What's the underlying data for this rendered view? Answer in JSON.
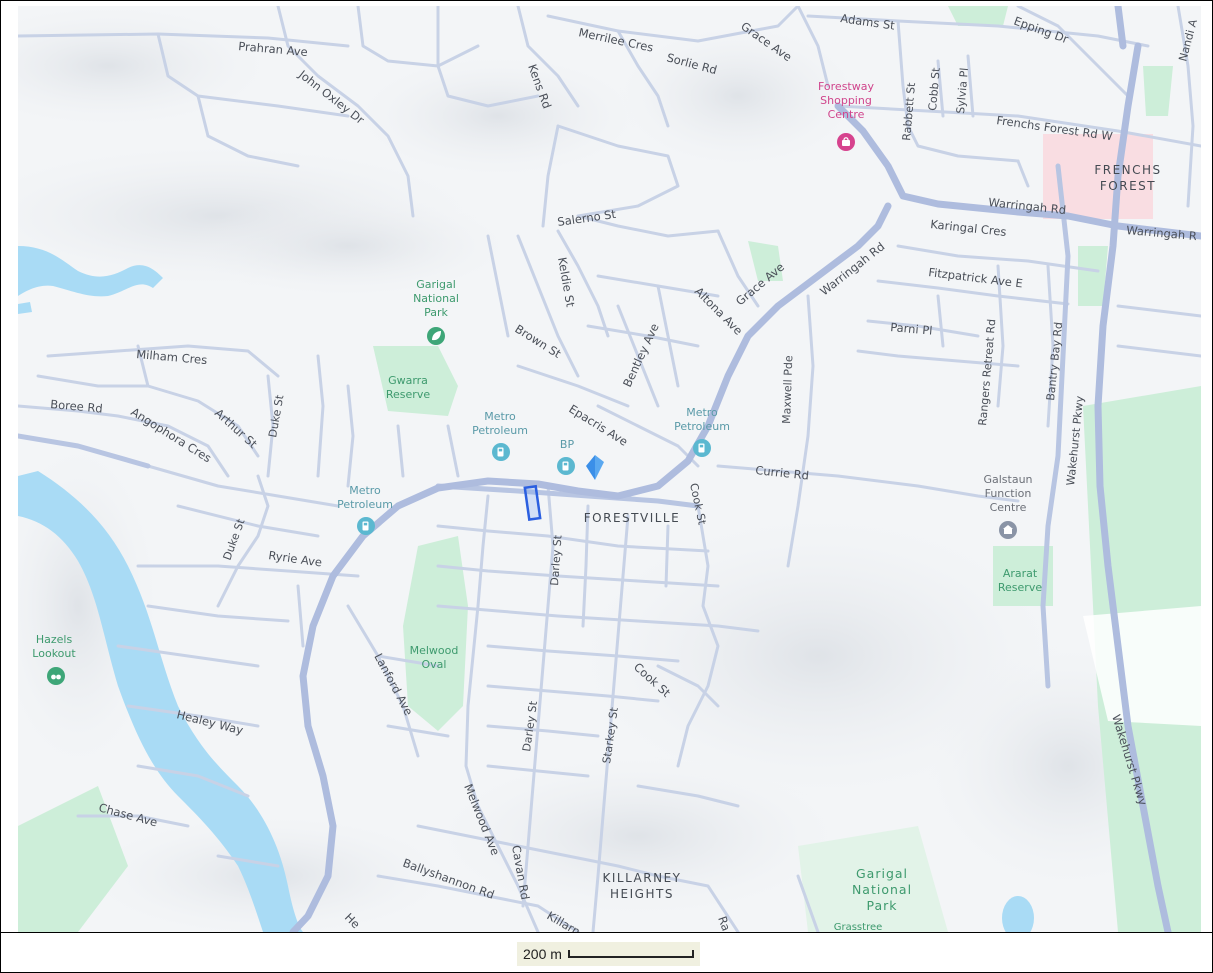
{
  "map": {
    "roads": {
      "adams": "Adams St",
      "epping": "Epping Dr",
      "nandi": "Nandi A",
      "prahran": "Prahran Ave",
      "kens": "Kens Rd",
      "merrilee": "Merrilee Cres",
      "sorlie": "Sorlie Rd",
      "grace_top": "Grace Ave",
      "john_oxley": "John Oxley Dr",
      "rabbett": "Rabbett St",
      "cobb": "Cobb St",
      "sylvia": "Sylvia Pl",
      "frenchs_forest_rd": "Frenchs Forest Rd W",
      "warringah_e": "Warringah Rd",
      "warringah_far": "Warringah R",
      "karingal": "Karingal Cres",
      "salerno": "Salerno St",
      "keldie": "Keldie St",
      "grace": "Grace Ave",
      "warringah_diag": "Warringah Rd",
      "fitzpatrick": "Fitzpatrick Ave E",
      "altona": "Altona Ave",
      "brown": "Brown St",
      "bentley": "Bentley Ave",
      "parni": "Parni Pl",
      "milham": "Milham Cres",
      "maxwell": "Maxwell Pde",
      "rangers": "Rangers Retreat Rd",
      "bantry": "Bantry Bay Rd",
      "boree": "Boree Rd",
      "angophora": "Angophora Cres",
      "arthur": "Arthur St",
      "duke_n": "Duke St",
      "epacris": "Epacris Ave",
      "wakehurst_n": "Wakehurst Pkwy",
      "currie": "Currie Rd",
      "cook_n": "Cook St",
      "duke_s": "Duke St",
      "ryrie": "Ryrie Ave",
      "darley_n": "Darley St",
      "lanford": "Lanford Ave",
      "cook_s": "Cook St",
      "healey": "Healey Way",
      "darley_s": "Darley St",
      "starkey": "Starkey St",
      "wakehurst_s": "Wakehurst Pkwy",
      "chase": "Chase Ave",
      "melwood": "Melwood Ave",
      "cavan": "Cavan Rd",
      "ballyshannon": "Ballyshannon Rd",
      "killarney": "Killarn",
      "ra": "Ra",
      "he": "He"
    },
    "places": {
      "forestway_1": "Forestway",
      "forestway_2": "Shopping",
      "forestway_3": "Centre",
      "frenchs_1": "FRENCHS",
      "frenchs_2": "FOREST",
      "garigal_1": "Garigal",
      "garigal_2": "National",
      "garigal_3": "Park",
      "gwarra_1": "Gwarra",
      "gwarra_2": "Reserve",
      "metro1_1": "Metro",
      "metro1_2": "Petroleum",
      "bp": "BP",
      "metro2_1": "Metro",
      "metro2_2": "Petroleum",
      "metro3_1": "Metro",
      "metro3_2": "Petroleum",
      "galstaun_1": "Galstaun",
      "galstaun_2": "Function",
      "galstaun_3": "Centre",
      "forestville": "FORESTVILLE",
      "ararat_1": "Ararat",
      "ararat_2": "Reserve",
      "hazels_1": "Hazels",
      "hazels_2": "Lookout",
      "melwood_1": "Melwood",
      "melwood_2": "Oval",
      "killarney_1": "KILLARNEY",
      "killarney_2": "HEIGHTS",
      "garigal_s_1": "Garigal",
      "garigal_s_2": "National",
      "garigal_s_3": "Park",
      "grasstree": "Grasstree"
    },
    "icons": {
      "shop": "shopping-bag-icon",
      "park": "leaf-icon",
      "fuel": "fuel-pump-icon",
      "venue": "venue-icon",
      "lookout": "binoculars-icon",
      "location": "location-arrow-icon"
    },
    "colors": {
      "water": "#a9dbf5",
      "park": "#cdeed9",
      "road": "#c8d2e6",
      "main_road": "#aebcde",
      "commercial": "#f9dde2",
      "poi": "#5bb8d0",
      "shop": "#d6438e",
      "marker": "#3b82f6"
    }
  },
  "scale": {
    "label": "200 m"
  }
}
